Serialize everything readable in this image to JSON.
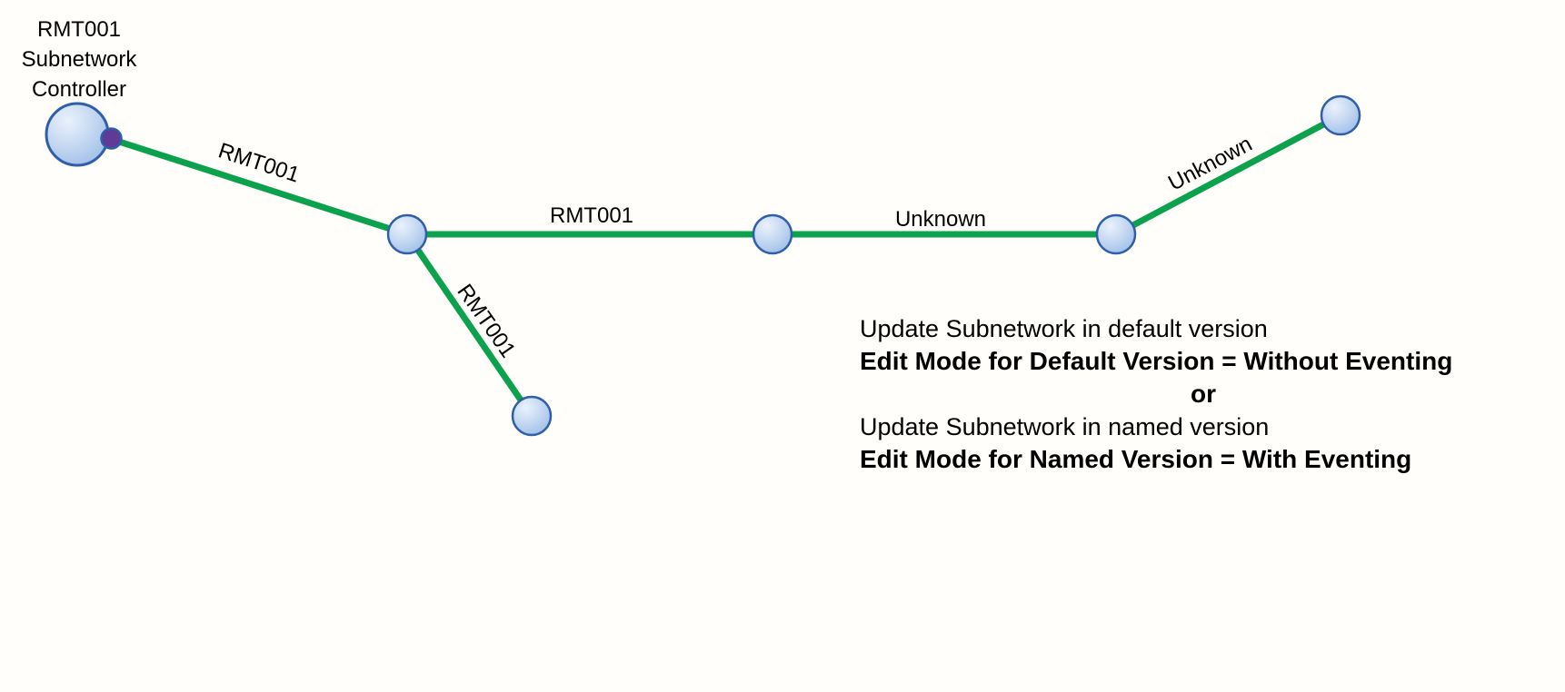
{
  "diagram": {
    "controller_label": {
      "line1": "RMT001",
      "line2": "Subnetwork",
      "line3": "Controller"
    },
    "edges": [
      {
        "id": "controller-to-junction",
        "label": "RMT001"
      },
      {
        "id": "junction-to-mid",
        "label": "RMT001"
      },
      {
        "id": "mid-to-right",
        "label": "Unknown"
      },
      {
        "id": "right-to-topright",
        "label": "Unknown"
      },
      {
        "id": "junction-to-bottom",
        "label": "RMT001"
      }
    ],
    "colors": {
      "edge_green": "#0CA14C",
      "node_fill_light": "#E8F1FB",
      "node_fill_mid": "#C4D8F2",
      "node_fill_dark": "#9FBEE8",
      "node_stroke": "#2E5FA8",
      "controller_port_purple": "#5F3A96",
      "label_text": "#000000",
      "background": "#FFFEFA"
    }
  },
  "annotation": {
    "line1": "Update Subnetwork in default version",
    "line2": "Edit Mode for Default Version = Without Eventing",
    "line3": "or",
    "line4": "Update Subnetwork in named version",
    "line5": "Edit Mode for Named Version = With Eventing"
  }
}
